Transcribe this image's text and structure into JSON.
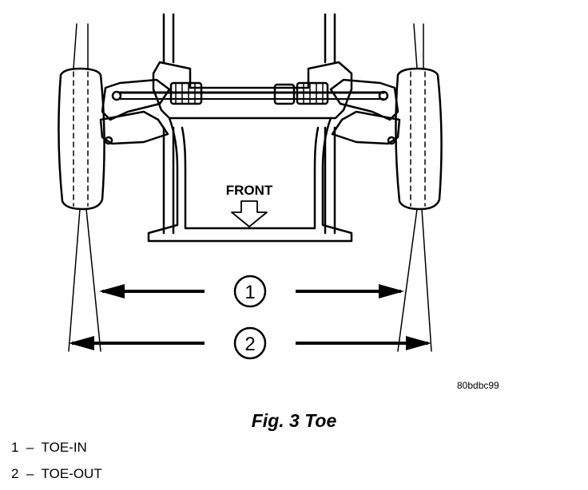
{
  "diagram": {
    "front_label": "FRONT",
    "callout_1": "1",
    "callout_2": "2",
    "image_code": "80bdbc99"
  },
  "caption": "Fig. 3 Toe",
  "legend": [
    {
      "number": "1",
      "dash": "–",
      "text": "TOE-IN"
    },
    {
      "number": "2",
      "dash": "–",
      "text": "TOE-OUT"
    }
  ]
}
